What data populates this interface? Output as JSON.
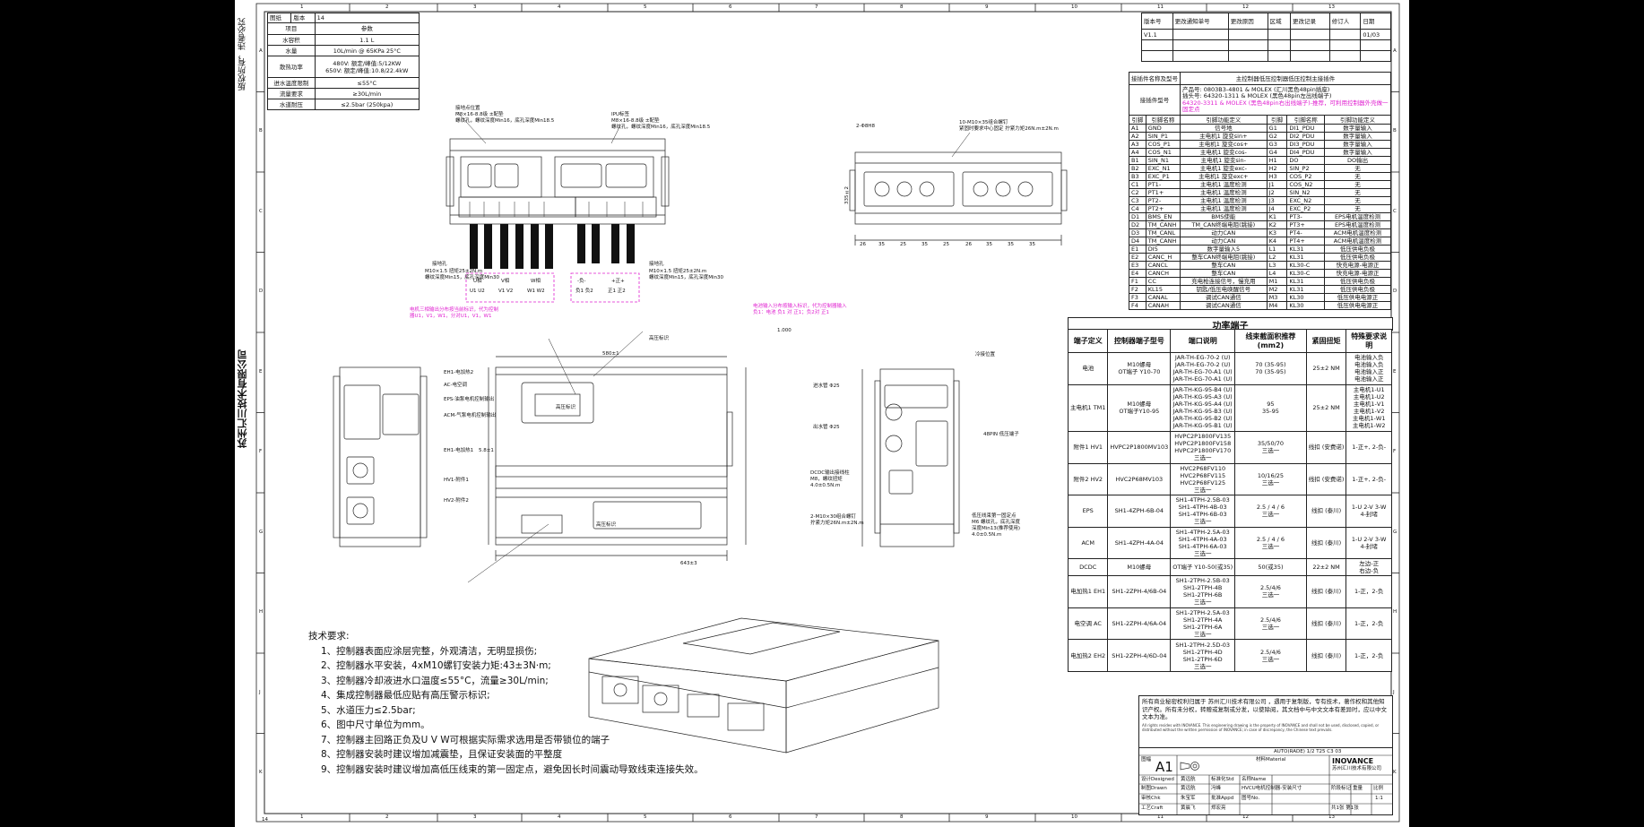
{
  "colors": {
    "background": "#000000",
    "sheet": "#ffffff",
    "line": "#222222",
    "highlight": "#e020d0"
  },
  "frame": {
    "top_numbers": [
      "1",
      "2",
      "3",
      "4",
      "5",
      "6",
      "7",
      "8",
      "9",
      "10",
      "11",
      "12",
      "13"
    ],
    "bottom_numbers": [
      "1",
      "2",
      "3",
      "4",
      "5",
      "6",
      "7",
      "8",
      "9",
      "10",
      "11",
      "12",
      "13"
    ],
    "left_letters": [
      "A",
      "B",
      "C",
      "D",
      "E",
      "F",
      "G",
      "H",
      "J",
      "K"
    ],
    "right_letters": [
      "A",
      "B",
      "C",
      "D",
      "E",
      "F",
      "G",
      "H",
      "J",
      "K"
    ],
    "left_strip_top": "版权所有，违者必究",
    "left_strip_company": "苏州汇川技术有限公司",
    "corner_page_number": "14"
  },
  "param_table": {
    "header": [
      "项目",
      "参数"
    ],
    "top_cells": [
      "图纸",
      "版本",
      "14"
    ],
    "rows": [
      {
        "label": "水容积",
        "value": "1.1 L"
      },
      {
        "label": "水量",
        "value": "10L/min @ 65KPa 25°C"
      },
      {
        "label": "散热功率",
        "value": "480V: 额定/峰值:5/12KW\n650V: 额定/峰值:10.8/22.4kW"
      },
      {
        "label": "进水温度限制",
        "value": "≤55°C"
      },
      {
        "label": "流量要求",
        "value": "≥30L/min"
      },
      {
        "label": "水道耐压",
        "value": "≤2.5bar (250kpa)"
      }
    ]
  },
  "revision_table": {
    "headers": [
      "版本号",
      "更改通知单号",
      "更改原因",
      "区域",
      "更改记录",
      "修订人",
      "日期"
    ],
    "row": [
      "V1.1",
      "",
      "",
      "",
      "",
      "",
      "01/03"
    ]
  },
  "connector_table": {
    "title": "主控制器低压控制器低压控制主接插件",
    "name_label": "接插件名称及型号",
    "part_label": "接插件型号",
    "part_lines": [
      "产品号: 0803B3-4801 & MOLEX (汇川黑色48pin插座)",
      "插头号: 64320-1311 & MOLEX (黑色48pin左出线端子)"
    ],
    "part_highlight": "64320-3311 & MOLEX (黑色48pin右出线端子)-推荐，可利用控制器外壳做一固定点",
    "col_headers": [
      "引脚",
      "引脚名称",
      "引脚功能定义",
      "引脚",
      "引脚名称",
      "引脚功能定义"
    ],
    "rows": [
      [
        "A1",
        "GND",
        "信号地",
        "G1",
        "DI1_PDU",
        "数字量输入"
      ],
      [
        "A2",
        "SIN_P1",
        "主电机1 旋变sin+",
        "G2",
        "DI2_PDU",
        "数字量输入"
      ],
      [
        "A3",
        "COS_P1",
        "主电机1 旋变cos+",
        "G3",
        "DI3_PDU",
        "数字量输入"
      ],
      [
        "A4",
        "COS_N1",
        "主电机1 旋变cos-",
        "G4",
        "DI4_PDU",
        "数字量输入"
      ],
      [
        "B1",
        "SIN_N1",
        "主电机1 旋变sin-",
        "H1",
        "DO",
        "DO输出"
      ],
      [
        "B2",
        "EXC_N1",
        "主电机1 旋变exc-",
        "H2",
        "SIN_P2",
        "无"
      ],
      [
        "B3",
        "EXC_P1",
        "主电机1 旋变exc+",
        "H3",
        "COS_P2",
        "无"
      ],
      [
        "C1",
        "PT1-",
        "主电机1 温度检测",
        "J1",
        "COS_N2",
        "无"
      ],
      [
        "C2",
        "PT1+",
        "主电机1 温度检测",
        "J2",
        "SIN_N2",
        "无"
      ],
      [
        "C3",
        "PT2-",
        "主电机1 温度检测",
        "J3",
        "EXC_N2",
        "无"
      ],
      [
        "C4",
        "PT2+",
        "主电机1 温度检测",
        "J4",
        "EXC_P2",
        "无"
      ],
      [
        "D1",
        "BMS_EN",
        "BMS使能",
        "K1",
        "PT3-",
        "EPS电机温度检测"
      ],
      [
        "D2",
        "TM_CANH",
        "TM_CAN终端电阻(跳接)",
        "K2",
        "PT3+",
        "EPS电机温度检测"
      ],
      [
        "D3",
        "TM_CANL",
        "动力CAN",
        "K3",
        "PT4-",
        "ACM电机温度检测"
      ],
      [
        "D4",
        "TM_CANH",
        "动力CAN",
        "K4",
        "PT4+",
        "ACM电机温度检测"
      ],
      [
        "E1",
        "DI5",
        "数字量输入5",
        "L1",
        "KL31",
        "低压供电负极"
      ],
      [
        "E2",
        "CANC_H",
        "整车CAN终端电阻(跳接)",
        "L2",
        "KL31",
        "低压供电负极"
      ],
      [
        "E3",
        "CANCL",
        "整车CAN",
        "L3",
        "KL30-C",
        "快充电源-电源正"
      ],
      [
        "E4",
        "CANCH",
        "整车CAN",
        "L4",
        "KL30-C",
        "快充电源-电源正"
      ],
      [
        "F1",
        "CC",
        "充电枪连接信号，慢充用",
        "M1",
        "KL31",
        "低压供电负极"
      ],
      [
        "F2",
        "KL15",
        "钥匙/低压电唤醒信号",
        "M2",
        "KL31",
        "低压供电负极"
      ],
      [
        "F3",
        "CANAL",
        "调试CAN通信",
        "M3",
        "KL30",
        "低压供电电源正"
      ],
      [
        "F4",
        "CANAH",
        "调试CAN通信",
        "M4",
        "KL30",
        "低压供电电源正"
      ]
    ]
  },
  "power_table": {
    "title": "功率端子",
    "headers": [
      "端子定义",
      "控制器端子型号",
      "端口说明",
      "线束截面积推荐 (mm2)",
      "紧固扭矩",
      "特殊要求说明"
    ],
    "rows": [
      {
        "def": "电池",
        "model": "M10螺母\nOT端子 Y10-70",
        "ports": [
          "JAR-TH-EG-70-2 (U)",
          "JAR-TH-EG-70-2 (U)",
          "JAR-TH-EG-70-A1 (U)",
          "JAR-TH-EG-70-A1 (U)"
        ],
        "area": "70 (35-95)\n70 (35-95)",
        "torque": "25±2 NM",
        "spec": [
          "电池输入负",
          "电池输入负",
          "电池输入正",
          "电池输入正"
        ]
      },
      {
        "def": "主电机1 TM1",
        "model": "M10螺母\nOT端子Y10-95",
        "ports": [
          "JAR-TH-KG-95-B4 (U)",
          "JAR-TH-KG-95-A3 (U)",
          "JAR-TH-KG-95-A4 (U)",
          "JAR-TH-KG-95-B3 (U)",
          "JAR-TH-KG-95-B2 (U)",
          "JAR-TH-KG-95-B1 (U)"
        ],
        "area": "95\n35-95",
        "torque": "25±2 NM",
        "spec": [
          "主电机1-U1",
          "主电机1-U2",
          "主电机1-V1",
          "主电机1-V2",
          "主电机1-W1",
          "主电机1-W2"
        ]
      },
      {
        "def": "附件1 HV1",
        "model": "HVPC2P1800MV103",
        "ports": [
          "HVPC2P1800FV135",
          "HVPC2P1800FV158",
          "HVPC2P1800FV170",
          "三选一"
        ],
        "area": "35/50/70\n三选一",
        "torque": "线扣 (安费诺)",
        "spec": [
          "1-正+, 2-负-"
        ]
      },
      {
        "def": "附件2 HV2",
        "model": "HVC2P68MV103",
        "ports": [
          "HVC2P68FV110",
          "HVC2P68FV115",
          "HVC2P68FV125",
          "三选一"
        ],
        "area": "10/16/25\n三选一",
        "torque": "线扣 (安费诺)",
        "spec": [
          "1-正+, 2-负-"
        ]
      },
      {
        "def": "EPS",
        "model": "SH1-4ZPH-6B-04",
        "ports": [
          "SH1-4TPH-2.5B-03",
          "SH1-4TPH-4B-03",
          "SH1-4TPH-6B-03",
          "三选一"
        ],
        "area": "2.5 / 4 / 6\n三选一",
        "torque": "线扣 (泰川)",
        "spec": [
          "1-U 2-V 3-W",
          "4-封堵"
        ]
      },
      {
        "def": "ACM",
        "model": "SH1-4ZPH-4A-04",
        "ports": [
          "SH1-4TPH-2.5A-03",
          "SH1-4TPH-4A-03",
          "SH1-4TPH-6A-03",
          "三选一"
        ],
        "area": "2.5 / 4 / 6\n三选一",
        "torque": "线扣 (泰川)",
        "spec": [
          "1-U 2-V 3-W",
          "4-封堵"
        ]
      },
      {
        "def": "DCDC",
        "model": "M10螺母",
        "ports": [
          "OT端子 Y10-50(或35)"
        ],
        "area": "50(或35)",
        "torque": "22±2 NM",
        "spec": [
          "左边-正",
          "右边-负"
        ]
      },
      {
        "def": "电加热1 EH1",
        "model": "SH1-2ZPH-4/6B-04",
        "ports": [
          "SH1-2TPH-2.5B-03",
          "SH1-2TPH-4B",
          "SH1-2TPH-6B",
          "三选一"
        ],
        "area": "2.5/4/6\n三选一",
        "torque": "线扣 (泰川)",
        "spec": [
          "1-正，2-负"
        ]
      },
      {
        "def": "电空调 AC",
        "model": "SH1-2ZPH-4/6A-04",
        "ports": [
          "SH1-2TPH-2.5A-03",
          "SH1-2TPH-4A",
          "SH1-2TPH-6A",
          "三选一"
        ],
        "area": "2.5/4/6\n三选一",
        "torque": "线扣 (泰川)",
        "spec": [
          "1-正，2-负"
        ]
      },
      {
        "def": "电加热2 EH2",
        "model": "SH1-2ZPH-4/6D-04",
        "ports": [
          "SH1-2TPH-2.5D-03",
          "SH1-2TPH-4D",
          "SH1-2TPH-6D",
          "三选一"
        ],
        "area": "2.5/4/6\n三选一",
        "torque": "线扣 (泰川)",
        "spec": [
          "1-正，2-负"
        ]
      }
    ]
  },
  "copyright": {
    "cn": "所有商业秘密权利归属于 苏州汇川技术有限公司 ，遇用于复制版，专有技术，著作权和其他知识产权。所有未分权，转赠或复制或分发，以使除阅，其文档中与中文文本有差异时，应以中文文本为准。",
    "en": "All rights resides with INOVANCE. This engineering drawing is the property of INOVANCE and shall not be used, disclosed, copied, or distributed without the written permission of INOVANCE; in case of discrepancy, the Chinese text prevails."
  },
  "title_block": {
    "sheet_size_label": "图幅",
    "sheet_size": "A1",
    "material_label": "材料Material",
    "company": "INOVANCE",
    "company_cn": "苏州汇川技术有限公司",
    "design_label": "设计Designed",
    "design": "黄远航",
    "draw_label": "制图Drawn",
    "draw": "黄远航",
    "check_label": "审核Chk",
    "check": "朱宝军",
    "process_label": "工艺Craft",
    "process": "黄晨飞",
    "standard_label": "标准化Std",
    "standard": "冯峰",
    "approve_label": "批准Appd",
    "approve": "郑宏亮",
    "name_label": "名称Name",
    "drawing_name": "HVCU电机控制器-安装尺寸",
    "number_label": "图号No.",
    "stage_label": "阶段标记",
    "weight_label": "重量",
    "scale_label": "比例",
    "scale": "1:1",
    "sheet_label": "共1张 第1张",
    "projection_label": "AUTO(RADE) 1/2 T25 C3 03"
  },
  "drawing": {
    "top_left_labels": [
      "接地点位置",
      "M8×16-8.8级 ±配垫",
      "螺纹孔，螺纹深度Min16，底孔深度Min18.5"
    ],
    "top_mid_labels": [
      "IPU标签",
      "M8×16-8.8级 ±配垫",
      "螺纹孔，螺纹深度Min16，底孔深度Min18.5"
    ],
    "top_right_labels": [
      "10-M10×35组合螺钉",
      "紧固时要求中心固定 拧紧力矩26N.m±2N.m",
      "2-Φ8H8"
    ],
    "hole_labels": [
      "接地孔",
      "M10×1.5 扭矩25±2N.m",
      "螺纹深度Min15，底孔深度Min30",
      "接地孔",
      "M10×1.5 扭矩25±2N.m",
      "螺纹深度Min15，底孔深度Min30"
    ],
    "motor_boxes": [
      "U相",
      "V相",
      "W相",
      "U1 U2",
      "V1 V2",
      "W1 W2",
      "-负-",
      "+正+",
      "负1 负2",
      "正1 正2"
    ],
    "magenta_left": "电机三相输出分布按当前标识，代为控制\n器U1，V1，W1，分对U1，V1，W1",
    "magenta_right": "电池输入分布按输入标识，代为控制器输入\n负1：电池 负1 对 正1；负2对 正1",
    "mid_labels": [
      "EH1-电加热2",
      "AC-电空调",
      "EPS-油泵电机控制输出",
      "ACM-气泵电机控制输出",
      "EH1-电加热1",
      "HV1-附件1",
      "HV2-附件2"
    ],
    "mid_center_labels": [
      "高压标识",
      "1.000",
      "高压标识",
      "高压标识",
      "643±3",
      "580±1",
      "5.8±1"
    ],
    "right_side_labels": [
      "冷接位置",
      "进水管 Φ25",
      "出水管 Φ25",
      "48PIN 低压端子",
      "DCDC输出接线柱",
      "M8，螺纹扭矩",
      "4.0±0.5N.m",
      "2-M10×30组合螺钉",
      "拧紧力矩26N.m±2N.m",
      "低压线束第一固定点",
      "M6 螺纹孔，底孔深度",
      "深度Min13(推荐使用)",
      "4.0±0.5N.m"
    ],
    "dims": [
      "335±2",
      "26",
      "35",
      "25",
      "35",
      "25",
      "26",
      "35",
      "35",
      "35"
    ]
  },
  "tech_requirements": {
    "title": "技术要求:",
    "items": [
      "1、控制器表面应涂层完整，外观清洁，无明显损伤;",
      "2、控制器水平安装，4xM10螺钉安装力矩:43±3N·m;",
      "3、控制器冷却液进水口温度≤55°C，流量≥30L/min;",
      "4、集成控制器最低应贴有高压警示标识;",
      "5、水道压力≤2.5bar;",
      "6、图中尺寸单位为mm。",
      "7、控制器主回路正负及U V W可根据实际需求选用是否带锁位的端子",
      "8、控制器安装时建议增加减震垫，且保证安装面的平整度"
    ],
    "highlight": "9、控制器安装时建议增加高低压线束的第一固定点，避免因长时间震动导致线束连接失效。"
  }
}
